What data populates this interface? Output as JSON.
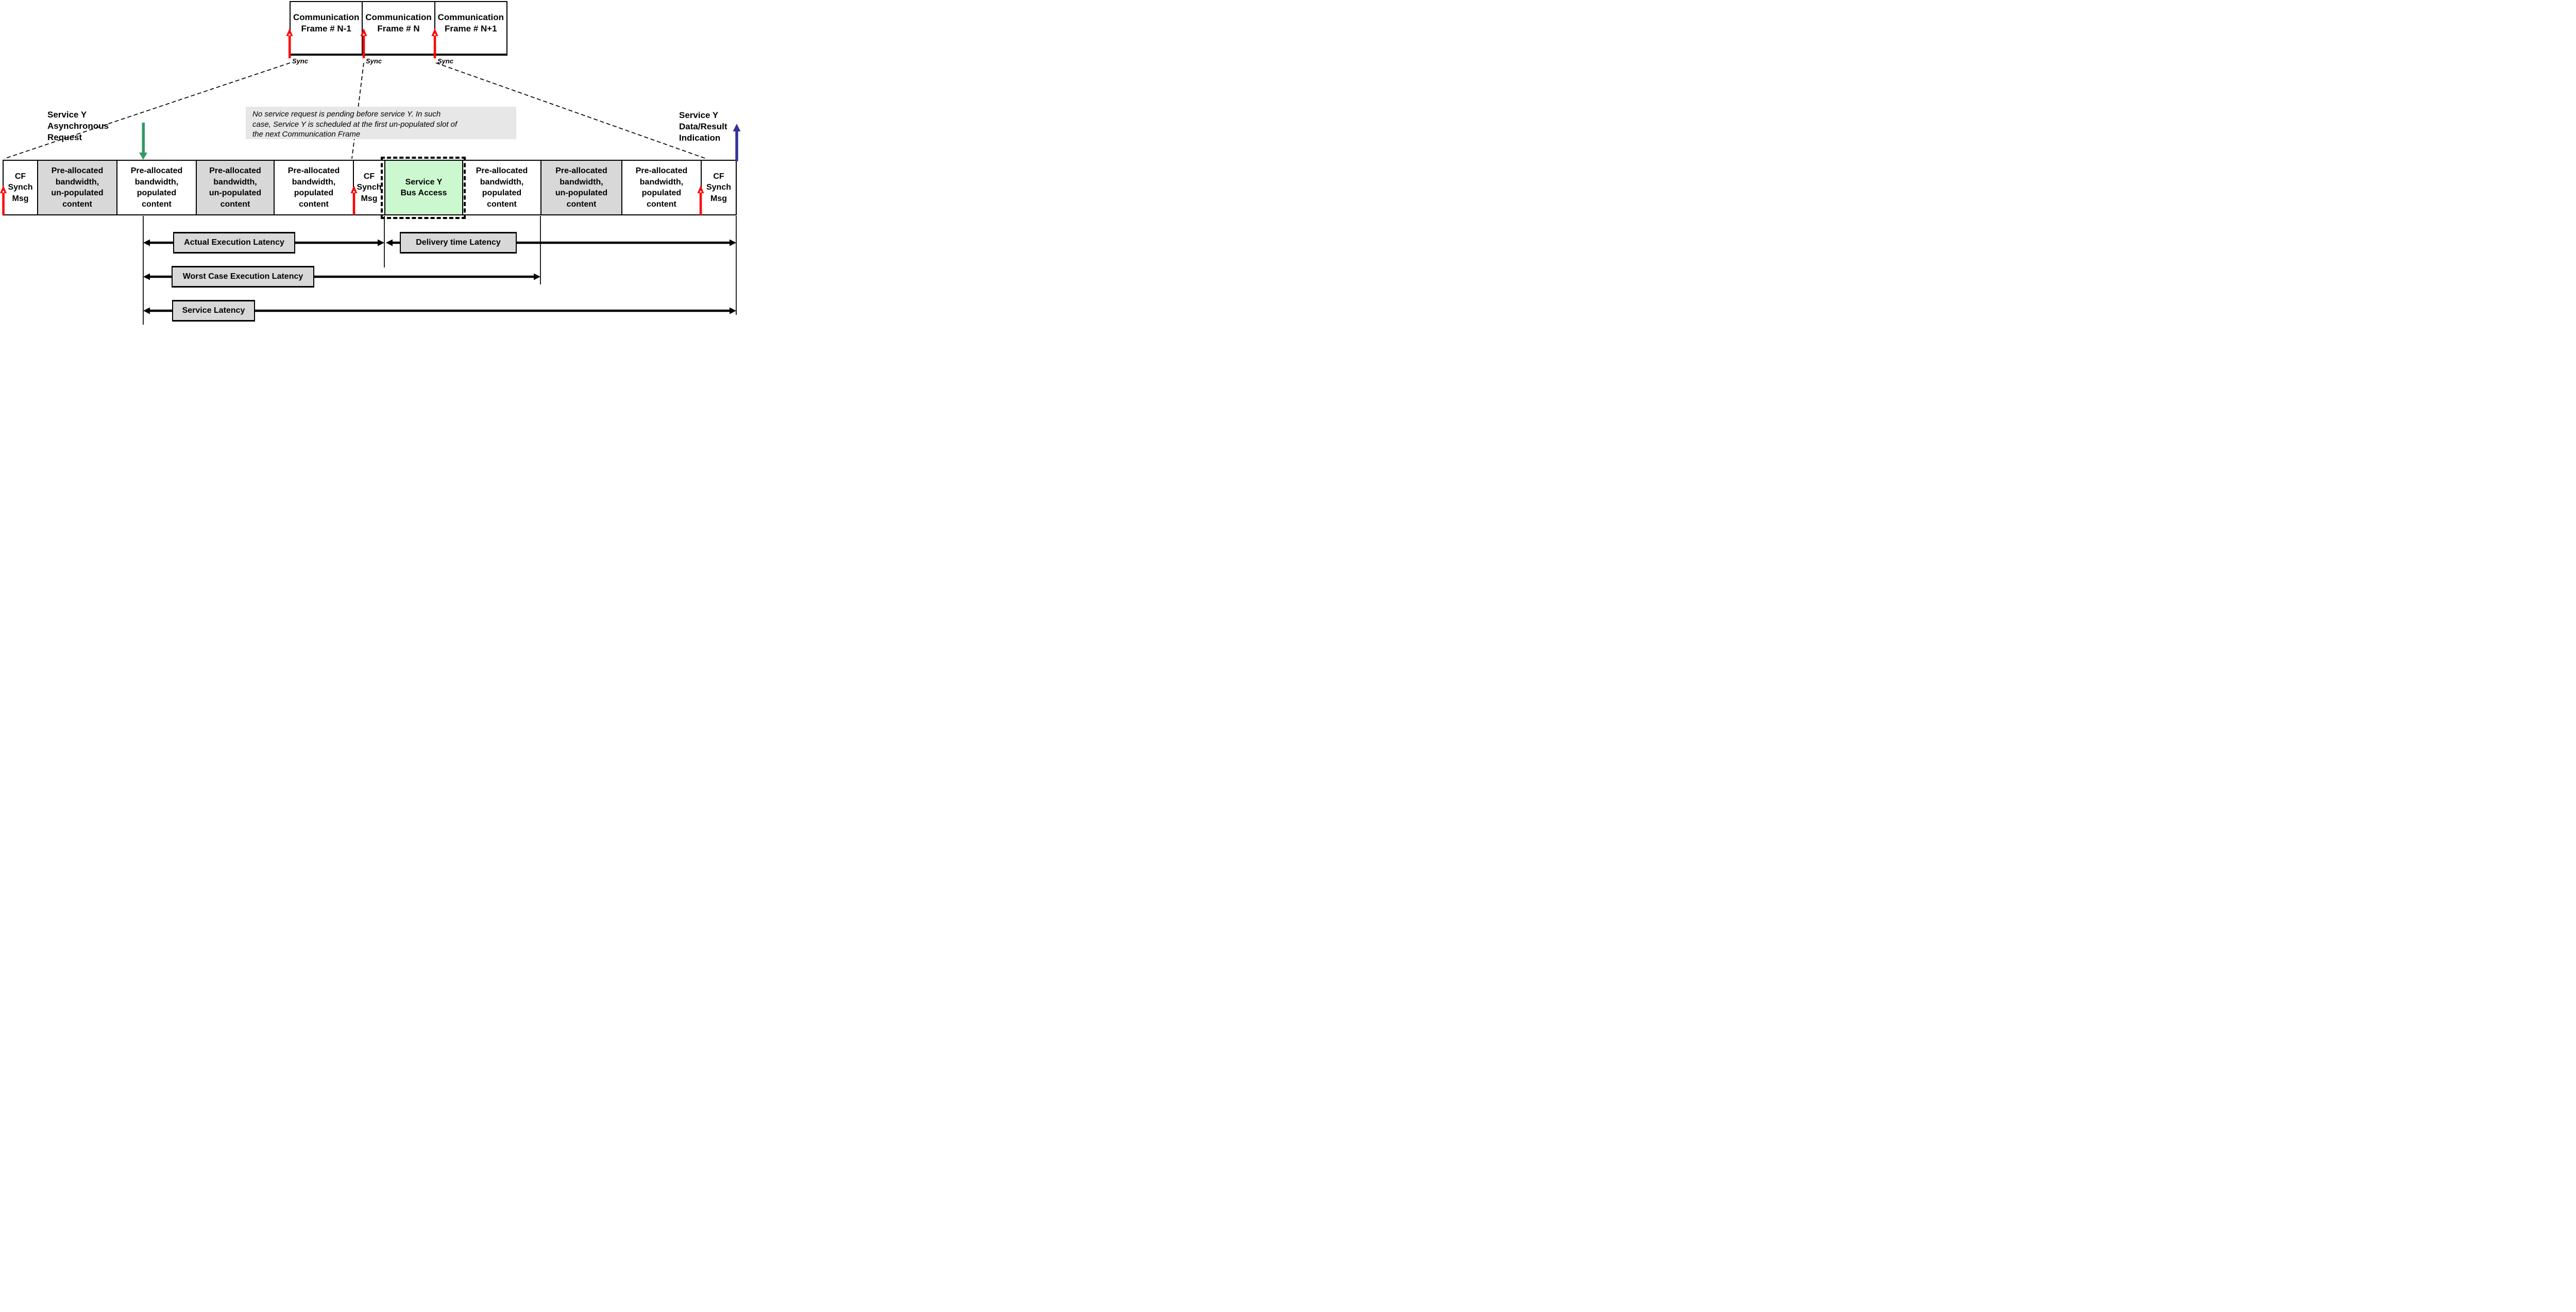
{
  "frames": {
    "items": [
      {
        "label": "Communication\nFrame # N-1"
      },
      {
        "label": "Communication\nFrame # N"
      },
      {
        "label": "Communication\nFrame # N+1"
      }
    ],
    "sync_label": "Sync"
  },
  "annotations": {
    "request": "Service Y\nAsynchronous\nRequest",
    "indication": "Service Y\nData/Result\nIndication",
    "note": "No service request is pending before service Y. In such\ncase, Service Y is scheduled at the first un-populated slot of\nthe next Communication Frame"
  },
  "timeline": {
    "slots": [
      {
        "label": "CF\nSynch\nMsg",
        "type": "cf-sync"
      },
      {
        "label": "Pre-allocated\nbandwidth,\nun-populated\ncontent",
        "type": "unpopulated"
      },
      {
        "label": "Pre-allocated\nbandwidth,\npopulated\ncontent",
        "type": "populated"
      },
      {
        "label": "Pre-allocated\nbandwidth,\nun-populated\ncontent",
        "type": "unpopulated"
      },
      {
        "label": "Pre-allocated\nbandwidth,\npopulated\ncontent",
        "type": "populated"
      },
      {
        "label": "CF\nSynch\nMsg",
        "type": "cf-sync"
      },
      {
        "label": "Service Y\nBus Access",
        "type": "bus-access"
      },
      {
        "label": "Pre-allocated\nbandwidth,\npopulated\ncontent",
        "type": "populated"
      },
      {
        "label": "Pre-allocated\nbandwidth,\nun-populated\ncontent",
        "type": "unpopulated"
      },
      {
        "label": "Pre-allocated\nbandwidth,\npopulated\ncontent",
        "type": "populated"
      },
      {
        "label": "CF\nSynch\nMsg",
        "type": "cf-sync"
      }
    ]
  },
  "latency": {
    "actual_label": "Actual Execution Latency",
    "delivery_label": "Delivery time Latency",
    "worst_case_label": "Worst Case Execution Latency",
    "service_label": "Service Latency"
  },
  "colors": {
    "slot_gray": "#d8d8d8",
    "note_gray": "#e7e7e7",
    "bus_access_green": "#ccf8cf",
    "sync_arrow_red": "#ff0000",
    "request_arrow_green": "#339966",
    "indication_arrow_blue": "#333399",
    "line_black": "#000000"
  }
}
